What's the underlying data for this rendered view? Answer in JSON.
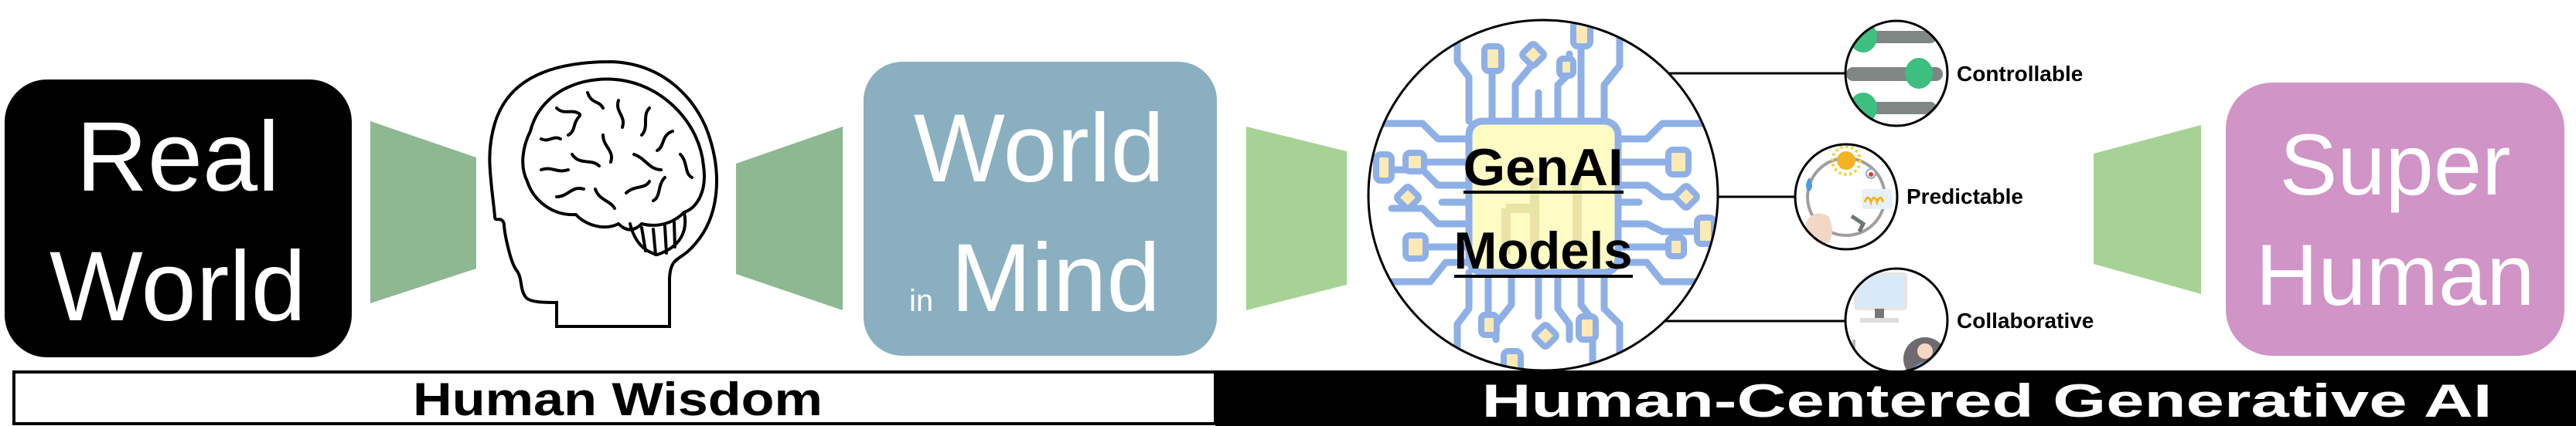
{
  "boxes": {
    "real_world": {
      "line1": "Real",
      "line2": "World"
    },
    "world_in_mind": {
      "line1": "World",
      "small": "in",
      "line2": "Mind"
    },
    "super_human": {
      "line1": "Super",
      "line2": "Human"
    }
  },
  "model": {
    "line1": "GenAI",
    "line2": "Models"
  },
  "properties": [
    {
      "label": "Controllable",
      "icon": "slider-controls-icon"
    },
    {
      "label": "Predictable",
      "icon": "forecast-cycle-icon"
    },
    {
      "label": "Collaborative",
      "icon": "user-computer-icon"
    }
  ],
  "bars": {
    "left": "Human Wisdom",
    "right": "Human-Centered Generative AI"
  },
  "colors": {
    "real_world": "#000000",
    "world_in_mind": "#8aafc1",
    "super_human": "#d094c6",
    "arrow_dark": "#8db891",
    "arrow_light": "#a6d395",
    "circuit": "#8eb0e6",
    "chip": "#fffbc4"
  }
}
